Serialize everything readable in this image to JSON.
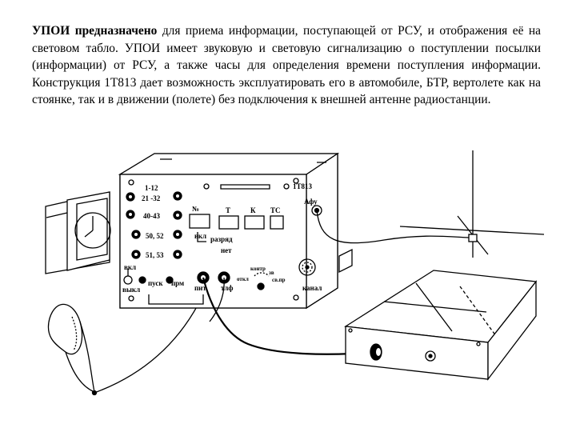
{
  "paragraph": {
    "lead": "УПОИ предназначено",
    "body": " для приема информации, поступающей от РСУ, и отображения её на световом табло.  УПОИ имеет звуковую и световую сигнализацию о поступлении посылки (информации) от РСУ,  а также часы для определения времени поступления информации. Конструкция 1Т813 дает возможность эксплуатировать его в автомобиле, БТР, вертолете как на стоянке, так и в движении (полете) без подключения к внешней антенне радиостанции."
  },
  "device": {
    "model": "1Т813",
    "antenna_label": "Афу",
    "freq_labels": [
      "1-12",
      "21 -32",
      "40-43",
      "50, 52",
      "51, 53"
    ],
    "display_labels": [
      "№",
      "Т",
      "К",
      "ТС"
    ],
    "vkl_small": "вкл",
    "razryad": "разряд",
    "net": "нет",
    "vkl": "вкл",
    "vykl": "выкл",
    "pusk": "пуск",
    "prm": "прм",
    "pit": "пит",
    "tlf": "тлф",
    "kontr": "контр",
    "otkl": "откл",
    "zv": "зв",
    "sv_pr": "св.пр",
    "kanal": "канал"
  }
}
